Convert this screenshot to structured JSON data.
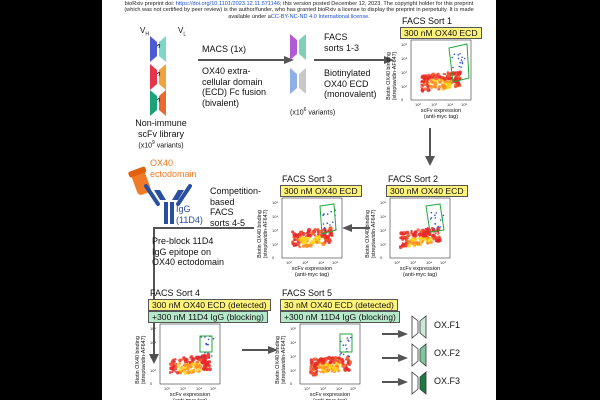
{
  "header": {
    "line1_prefix": "bioRxiv preprint doi: ",
    "line1_link": "https://doi.org/10.1101/2023.12.11.571146",
    "line1_suffix": "; this version posted December 12, 2023. The copyright holder for this preprint",
    "line2": "(which was not certified by peer review) is the author/funder, who has granted bioRxiv a license to display the preprint in perpetuity. It is made",
    "line3_prefix": "available under a",
    "line3_link": "CC-BY-NC-ND 4.0 International license",
    "line3_suffix": "."
  },
  "library": {
    "vh": "V",
    "vh_sub": "H",
    "vl": "V",
    "vl_sub": "L",
    "line1": "Non-immune",
    "line2": "scFv library",
    "line3_base": "(x10",
    "line3_sup": "9",
    "line3_end": " variants)"
  },
  "macs": {
    "line1": "MACS (1x)",
    "line2": "OX40 extra-",
    "line3": "cellular domain",
    "line4": "(ECD) Fc fusion",
    "line5": "(bivalent)",
    "variants_base": "(x10",
    "variants_sup": "6",
    "variants_end": " variants)"
  },
  "facs13": {
    "line1": "FACS",
    "line2": "sorts 1-3",
    "line3": "Biotinylated",
    "line4": "OX40 ECD",
    "line5": "(monovalent)"
  },
  "sort1": {
    "title": "FACS Sort 1",
    "box": "300 nM OX40 ECD"
  },
  "sort2": {
    "title": "FACS Sort 2",
    "box": "300 nM OX40 ECD"
  },
  "sort3": {
    "title": "FACS Sort 3",
    "box": "300 nM OX40 ECD"
  },
  "sort4": {
    "title": "FACS Sort 4",
    "box1": "300 nM OX40 ECD (detected)",
    "box2": "+300 nM 11D4 IgG (blocking)"
  },
  "sort5": {
    "title": "FACS Sort 5",
    "box1": "30 nM OX40 ECD (detected)",
    "box2": "+300 nM 11D4 IgG (blocking)"
  },
  "plot": {
    "ylabel1": "Biotin OX40 binding",
    "ylabel2": "(streptavidin-AF647)",
    "xlabel1": "scFv expression",
    "xlabel2": "(anti-myc tag)"
  },
  "competition": {
    "line1": "Competition-",
    "line2": "based",
    "line3": "FACS",
    "line4": "sorts 4-5"
  },
  "ox40": {
    "line1": "OX40",
    "line2": "ectodomain"
  },
  "igg": {
    "line1": "IgG",
    "line2": "(11D4)"
  },
  "preblock": {
    "line1": "Pre-block 11D4",
    "line2": "IgG epitope on",
    "line3": "OX40 ectodomain"
  },
  "outputs": [
    "OX.F1",
    "OX.F2",
    "OX.F3"
  ],
  "colors": {
    "accent_orange": "#f07a26",
    "igg_blue": "#2b4fa0",
    "box_yellow": "#fff37a",
    "box_green": "#b6e9c9",
    "gate_green": "#1faa3c",
    "arrow_gray": "#555555"
  }
}
